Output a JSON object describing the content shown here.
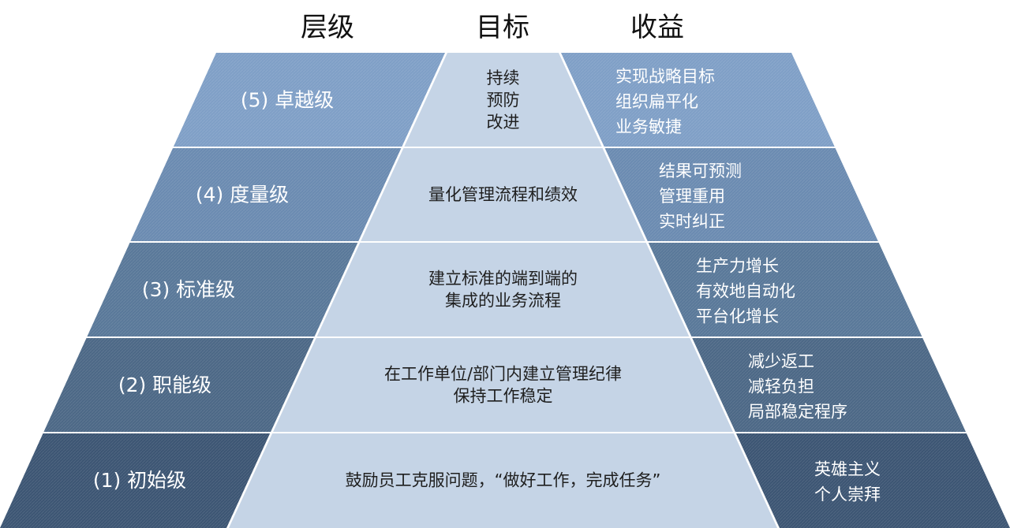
{
  "headers": {
    "level": "层级",
    "goal": "目标",
    "benefit": "收益"
  },
  "rows": [
    {
      "level": "(5) 卓越级",
      "goal": [
        "持续",
        "预防",
        "改进"
      ],
      "benefits": [
        "实现战略目标",
        "组织扁平化",
        "业务敏捷"
      ],
      "color": "#7f9fc6"
    },
    {
      "level": "(4) 度量级",
      "goal": [
        "量化管理流程和绩效"
      ],
      "benefits": [
        "结果可预测",
        "管理重用",
        "实时纠正"
      ],
      "color": "#6b8bb1"
    },
    {
      "level": "(3) 标准级",
      "goal": [
        "建立标准的端到端的",
        "集成的业务流程"
      ],
      "benefits": [
        "生产力增长",
        "有效地自动化",
        "平台化增长"
      ],
      "color": "#597899"
    },
    {
      "level": "(2) 职能级",
      "goal": [
        "在工作单位/部门内建立管理纪律",
        "保持工作稳定"
      ],
      "benefits": [
        "减少返工",
        "减轻负担",
        "局部稳定程序"
      ],
      "color": "#4c6886"
    },
    {
      "level": "(1) 初始级",
      "goal": [
        "鼓励员工克服问题，“做好工作，完成任务”"
      ],
      "benefits": [
        "英雄主义",
        "个人崇拜"
      ],
      "color": "#3c5573"
    }
  ],
  "colors": {
    "center": "#c5d4e6",
    "separator": "#ffffff",
    "header_text": "#111111"
  }
}
